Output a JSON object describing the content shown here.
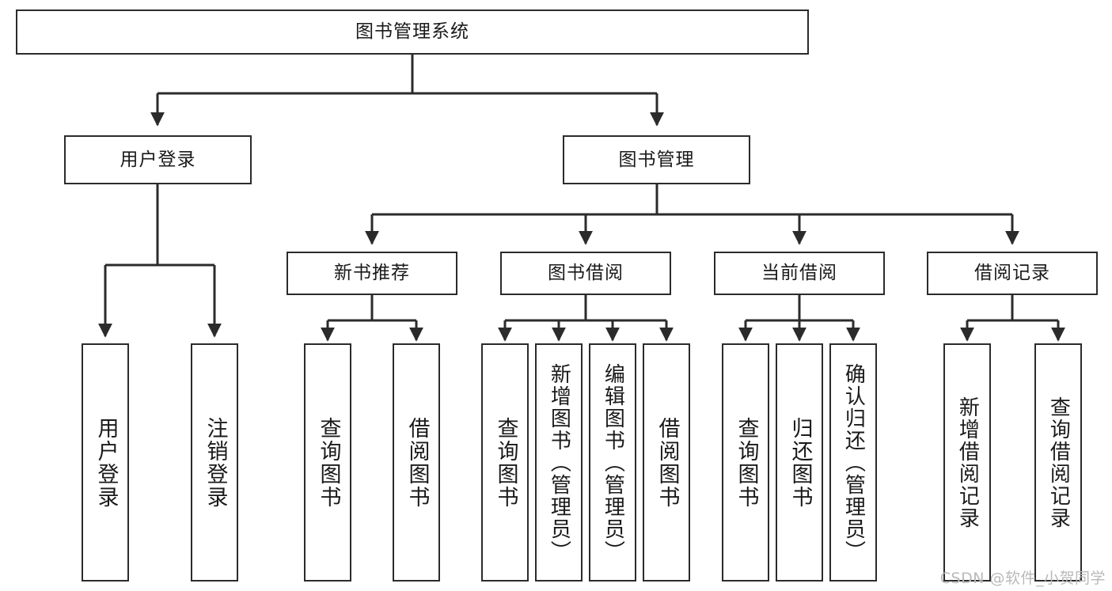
{
  "diagram": {
    "title": "图书管理系统",
    "watermark": "CSDN @软件_小贺同学",
    "line_color": "#2b2b2b",
    "text_color": "#1a1a1a",
    "background": "#ffffff",
    "root": {
      "label": "图书管理系统"
    },
    "level2": [
      {
        "label": "用户登录"
      },
      {
        "label": "图书管理"
      }
    ],
    "level3": [
      {
        "label": "新书推荐"
      },
      {
        "label": "图书借阅"
      },
      {
        "label": "当前借阅"
      },
      {
        "label": "借阅记录"
      }
    ],
    "leaves": {
      "user_login": [
        {
          "label": "用户登录"
        },
        {
          "label": "注销登录"
        }
      ],
      "new_book": [
        {
          "label": "查询图书"
        },
        {
          "label": "借阅图书"
        }
      ],
      "book_borrow": [
        {
          "label": "查询图书"
        },
        {
          "label": "新增图书（管理员）"
        },
        {
          "label": "编辑图书（管理员）"
        },
        {
          "label": "借阅图书"
        }
      ],
      "current_borrow": [
        {
          "label": "查询图书"
        },
        {
          "label": "归还图书"
        },
        {
          "label": "确认归还（管理员）"
        }
      ],
      "borrow_record": [
        {
          "label": "新增借阅记录"
        },
        {
          "label": "查询借阅记录"
        }
      ]
    }
  }
}
